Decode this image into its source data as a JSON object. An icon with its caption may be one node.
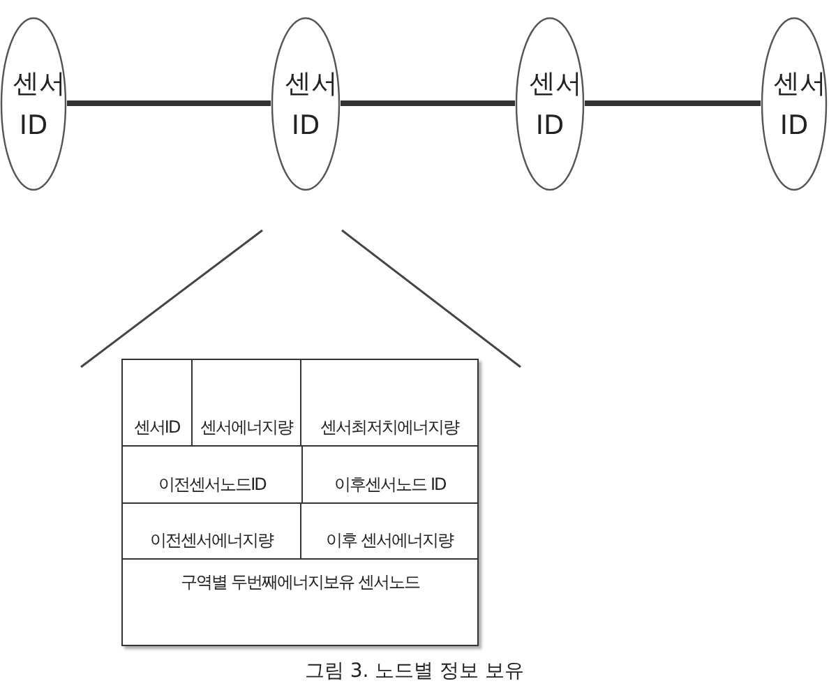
{
  "diagram": {
    "caption": "그림 3. 노드별 정보 보유",
    "nodes": [
      {
        "text": [
          "센서 ID"
        ]
      },
      {
        "text": [
          "센서 ID"
        ]
      },
      {
        "text": [
          "센서 ID"
        ]
      },
      {
        "text": [
          "센서 ID"
        ]
      }
    ],
    "edges": [
      {
        "from": 0,
        "to": 1,
        "arrow": "none"
      },
      {
        "from": 1,
        "to": 2,
        "arrow": "none"
      },
      {
        "from": 2,
        "to": 3,
        "arrow": "none"
      }
    ],
    "labels": [
      "센서ID",
      "센서에너지량",
      "센서최저치에너지량",
      "이전센서노드ID",
      "이후센서노드 ID",
      "이전센서에너지량",
      "이후 센서에너지량",
      "구역별 두번째에너지보유 센서노드"
    ]
  }
}
